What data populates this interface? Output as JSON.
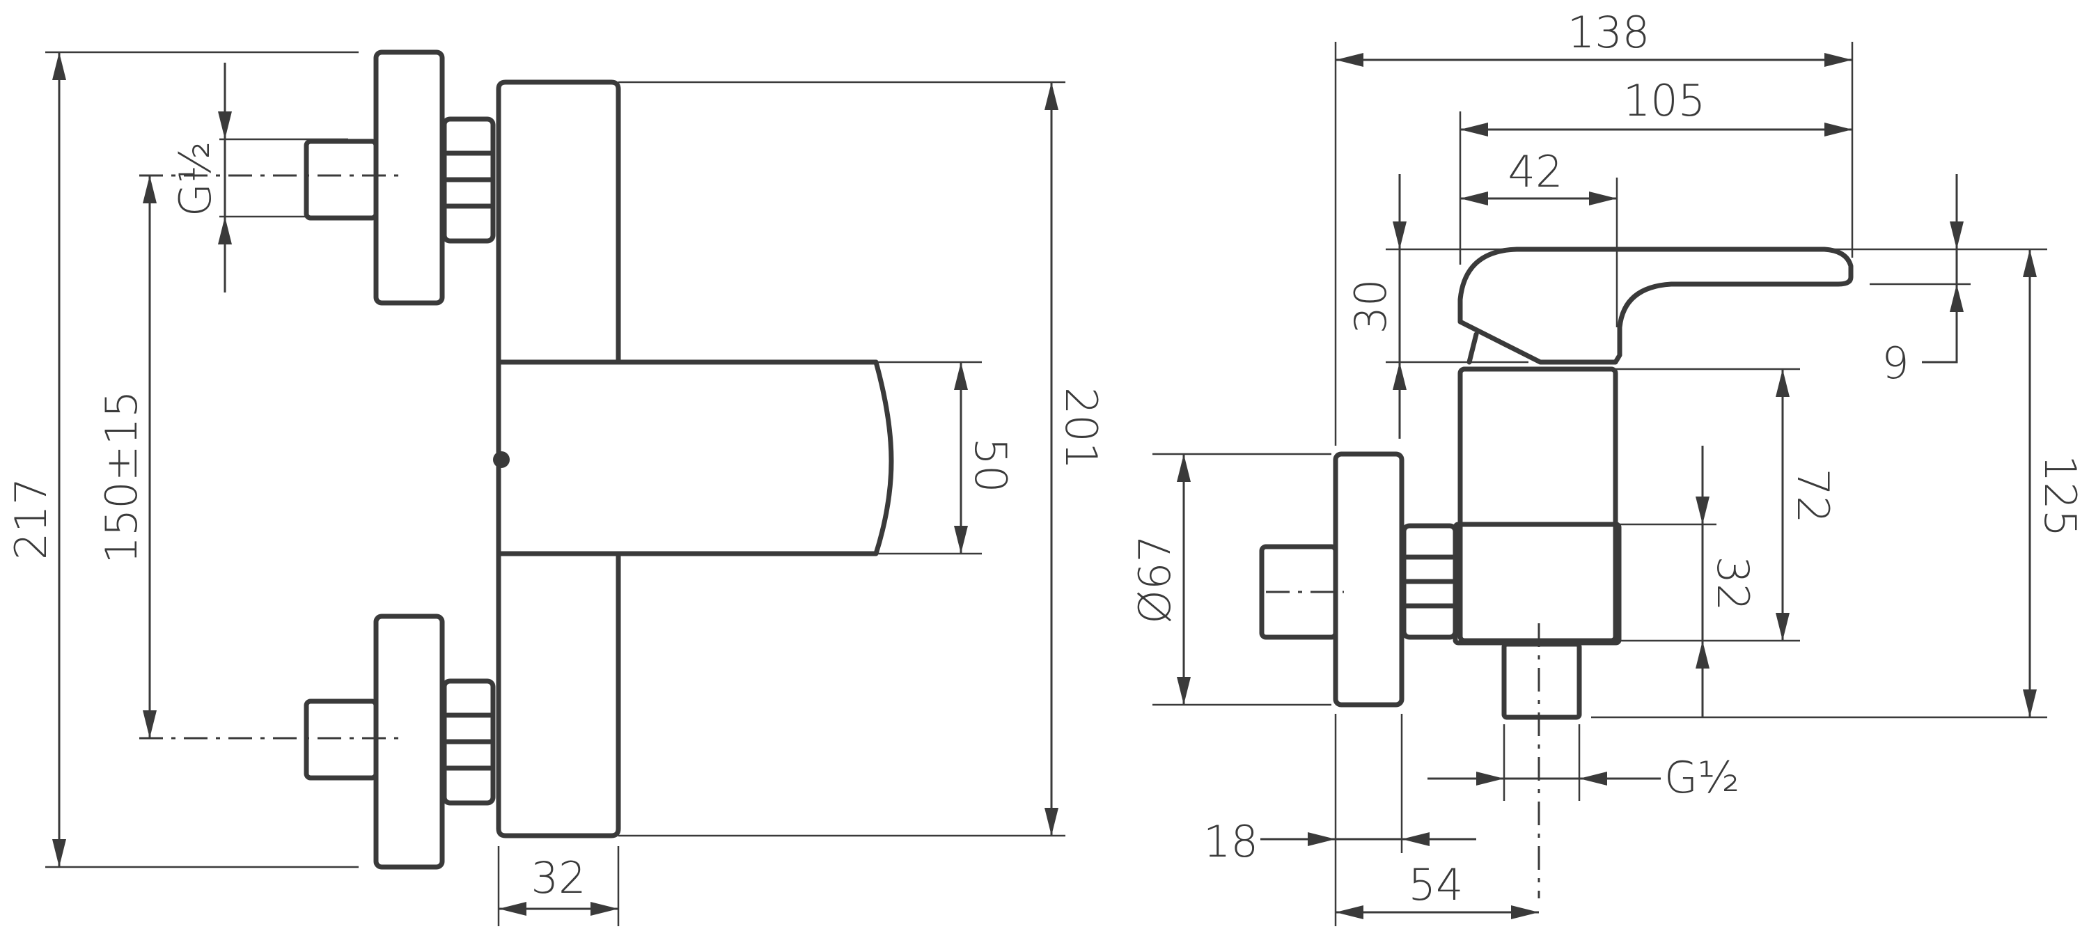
{
  "line_color": "#3a3a3a",
  "background": "#ffffff",
  "front_view": {
    "dimensions": {
      "overall_height": "217",
      "inlet_spacing": "150±15",
      "inlet_thread": "G½",
      "body_height": "201",
      "spout_height": "50",
      "body_width": "32"
    }
  },
  "side_view": {
    "dimensions": {
      "overall_depth": "138",
      "handle_length": "105",
      "handle_base": "42",
      "handle_height": "30",
      "handle_tip": "9",
      "body_height": "72",
      "outlet_height": "32",
      "total_height": "125",
      "flange_diameter": "Ø67",
      "outlet_thread": "G½",
      "wall_offset": "18",
      "outlet_offset": "54"
    }
  }
}
